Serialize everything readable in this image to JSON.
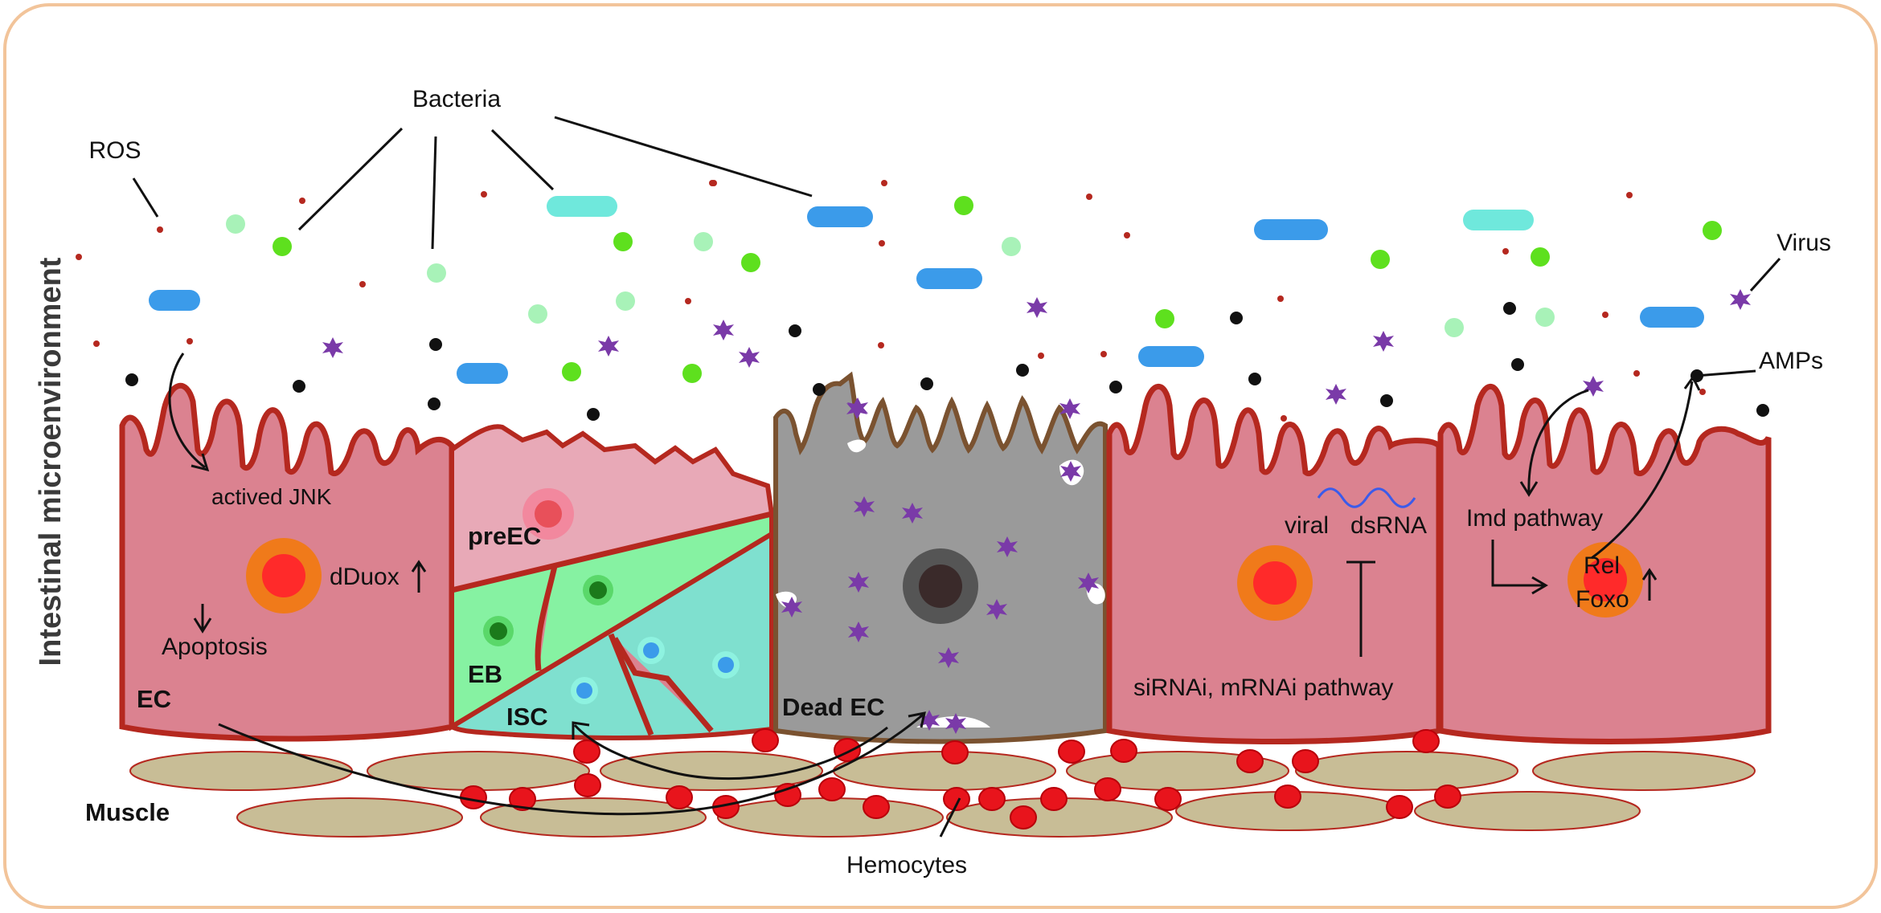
{
  "diagram": {
    "side_label": "Intestinal microenvironment",
    "labels": {
      "bacteria": "Bacteria",
      "ros": "ROS",
      "virus": "Virus",
      "amps": "AMPs",
      "actived_jnk": "actived JNK",
      "dduox": "dDuox",
      "apoptosis": "Apoptosis",
      "ec": "EC",
      "preec": "preEC",
      "eb": "EB",
      "isc": "ISC",
      "dead_ec": "Dead EC",
      "viral": "viral",
      "dsrna": "dsRNA",
      "sirnai": "siRNAi, mRNAi pathway",
      "imd": "Imd pathway",
      "rel": "Rel",
      "foxo": "Foxo",
      "muscle": "Muscle",
      "hemocytes": "Hemocytes"
    },
    "colors": {
      "frame": "#f2c49a",
      "cell_fill": "#db8290",
      "cell_border": "#b5281f",
      "dead_cell": "#9a9a9a",
      "dead_border": "#7a5230",
      "isc_fill": "#7fe0cf",
      "eb_fill": "#86f2a2",
      "preec_fill": "#e8a9b7",
      "nucleus_outer": "#f07a1a",
      "nucleus_inner": "#ff2a2a",
      "virus": "#7a3aa8",
      "bacteria_rod_blue": "#3b9bea",
      "bacteria_rod_cyan": "#6fe8dc",
      "bacteria_green": "#5ee01e",
      "bacteria_pale": "#a8f2b8",
      "hemocyte": "#e8141c",
      "muscle": "#c8bd96"
    }
  }
}
